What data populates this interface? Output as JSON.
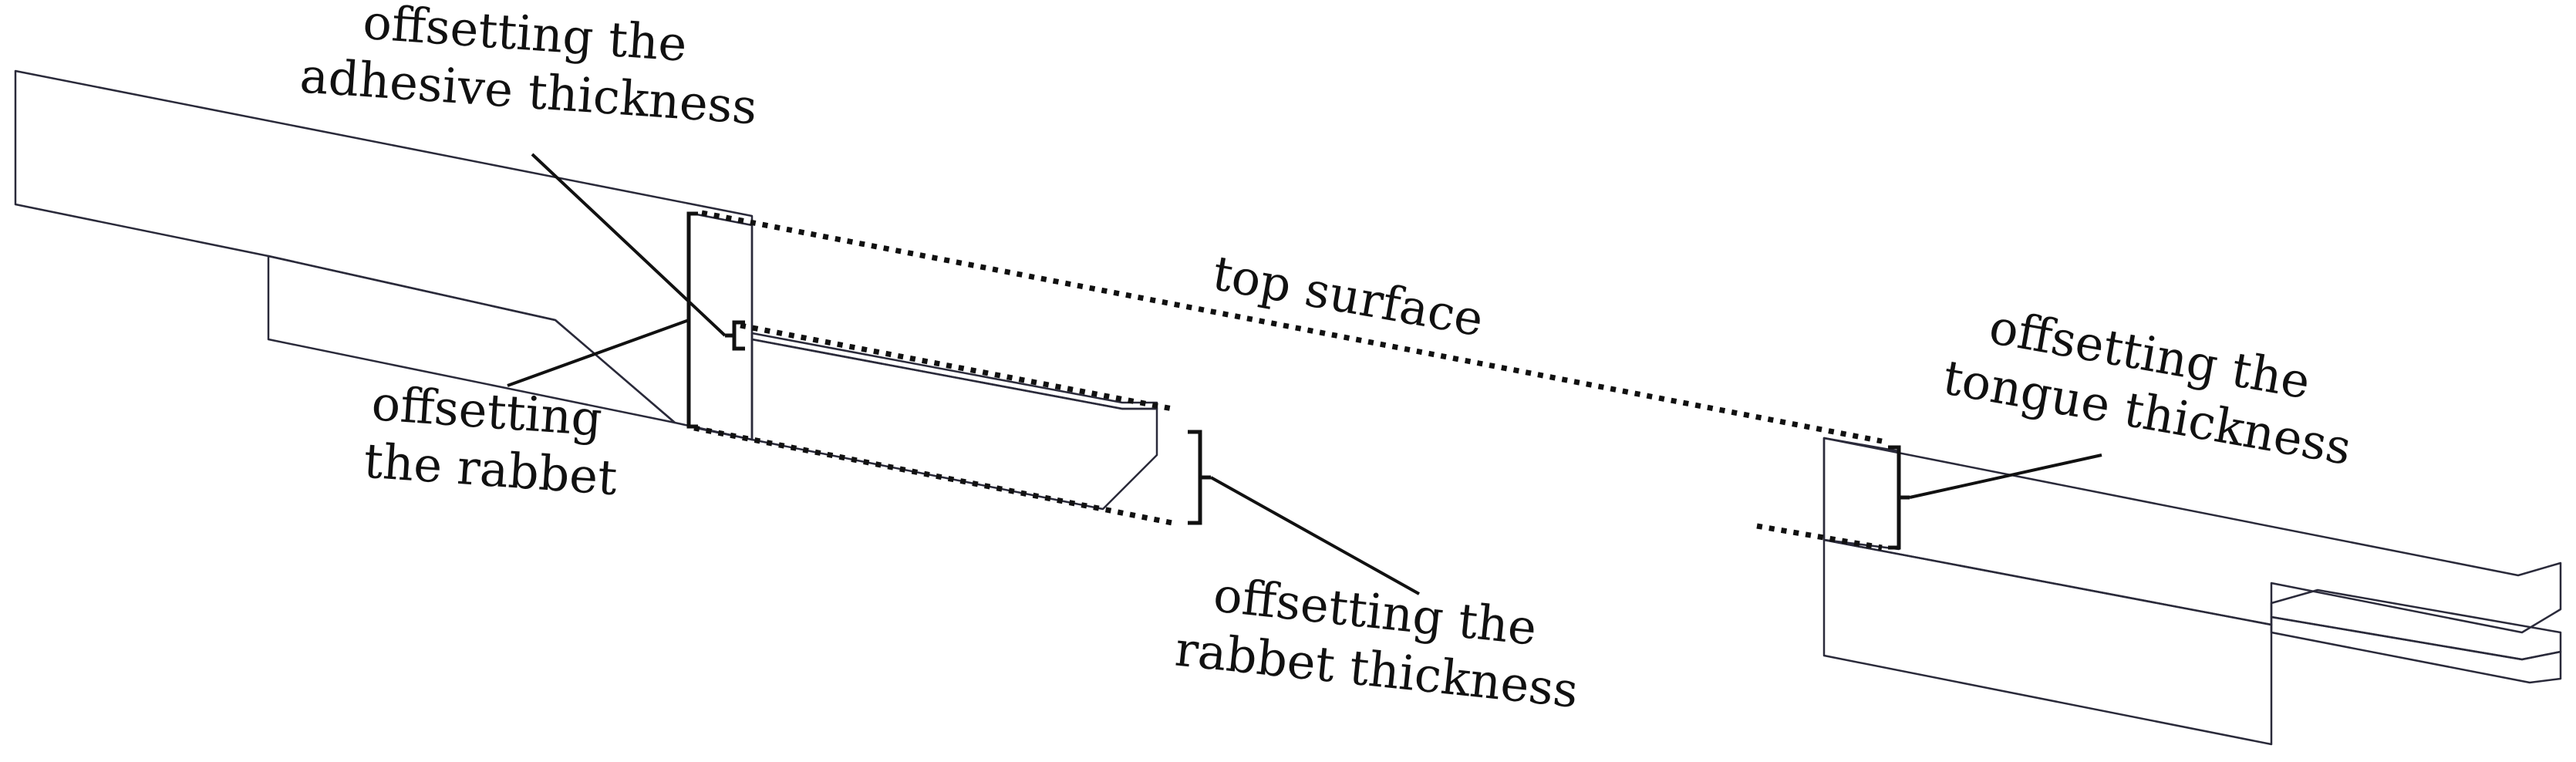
{
  "colors": {
    "board_face": "#d2d2fa",
    "board_side": "#737390",
    "adhesive_face": "#a9a9cc",
    "highlight_face": "#dcdcff",
    "edge": "#2a2a3a",
    "ink": "#111111"
  },
  "labels": {
    "adhesive": [
      "offsetting the",
      "adhesive thickness"
    ],
    "rabbet": [
      "offsetting",
      "the rabbet"
    ],
    "top_surface": [
      "top surface"
    ],
    "rabbet_thickness": [
      "offsetting the",
      "rabbet thickness"
    ],
    "tongue": [
      "offsetting the",
      "tongue thickness"
    ]
  }
}
